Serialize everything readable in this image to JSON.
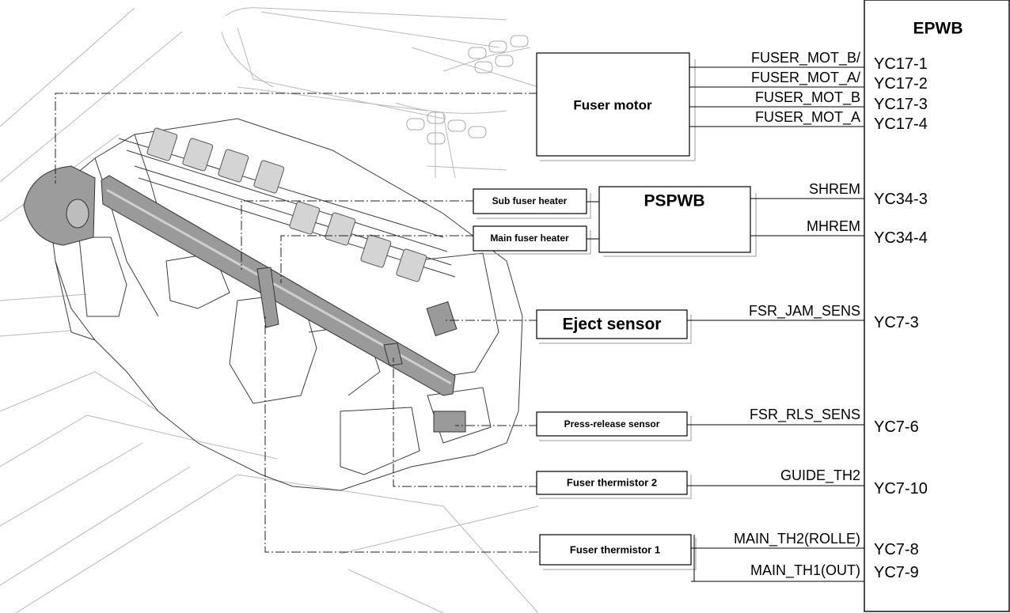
{
  "board": {
    "name": "EPWB"
  },
  "psboard": {
    "name": "PSPWB"
  },
  "components": {
    "fuser_motor": "Fuser motor",
    "sub_fuser_heater": "Sub fuser heater",
    "main_fuser_heater": "Main fuser heater",
    "eject_sensor": "Eject sensor",
    "press_release_sensor": "Press-release sensor",
    "fuser_thermistor_2": "Fuser thermistor 2",
    "fuser_thermistor_1": "Fuser thermistor 1"
  },
  "signals": {
    "fuser_mot_b_n": "FUSER_MOT_B/",
    "fuser_mot_a_n": "FUSER_MOT_A/",
    "fuser_mot_b": "FUSER_MOT_B",
    "fuser_mot_a": "FUSER_MOT_A",
    "shrem": "SHREM",
    "mhrem": "MHREM",
    "fsr_jam_sens": "FSR_JAM_SENS",
    "fsr_rls_sens": "FSR_RLS_SENS",
    "guide_th2": "GUIDE_TH2",
    "main_th2": "MAIN_TH2(ROLLE)",
    "main_th1": "MAIN_TH1(OUT)"
  },
  "pins": {
    "yc17_1": "YC17-1",
    "yc17_2": "YC17-2",
    "yc17_3": "YC17-3",
    "yc17_4": "YC17-4",
    "yc34_3": "YC34-3",
    "yc34_4": "YC34-4",
    "yc7_3": "YC7-3",
    "yc7_6": "YC7-6",
    "yc7_10": "YC7-10",
    "yc7_8": "YC7-8",
    "yc7_9": "YC7-9"
  }
}
